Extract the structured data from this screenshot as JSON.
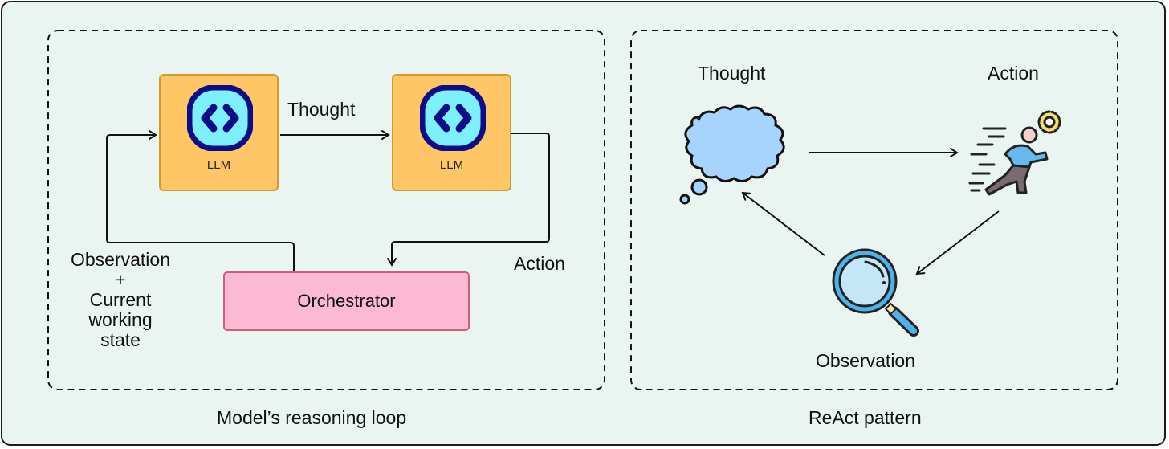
{
  "left_panel": {
    "caption": "Model’s reasoning loop",
    "llm_nodes": [
      {
        "label": "LLM",
        "icon": "code-brackets-icon"
      },
      {
        "label": "LLM",
        "icon": "code-brackets-icon"
      }
    ],
    "edge_labels": {
      "thought": "Thought",
      "action": "Action"
    },
    "observation_lines": [
      "Observation",
      "+",
      "Current",
      "working",
      "state"
    ],
    "orchestrator": "Orchestrator"
  },
  "right_panel": {
    "caption": "ReAct pattern",
    "nodes": [
      {
        "label": "Thought",
        "icon": "thought-cloud-icon"
      },
      {
        "label": "Action",
        "icon": "running-person-gear-icon"
      },
      {
        "label": "Observation",
        "icon": "magnifying-glass-icon"
      }
    ]
  },
  "colors": {
    "background": "#eaf4f1",
    "llm_fill": "#fec665",
    "llm_border": "#d39a2d",
    "orchestrator_fill": "#fbb9d4",
    "orchestrator_border": "#c9607d",
    "icon_navy": "#0d0d8a",
    "icon_cyan": "#7df0fb",
    "cloud_blue": "#a6d4fd"
  }
}
